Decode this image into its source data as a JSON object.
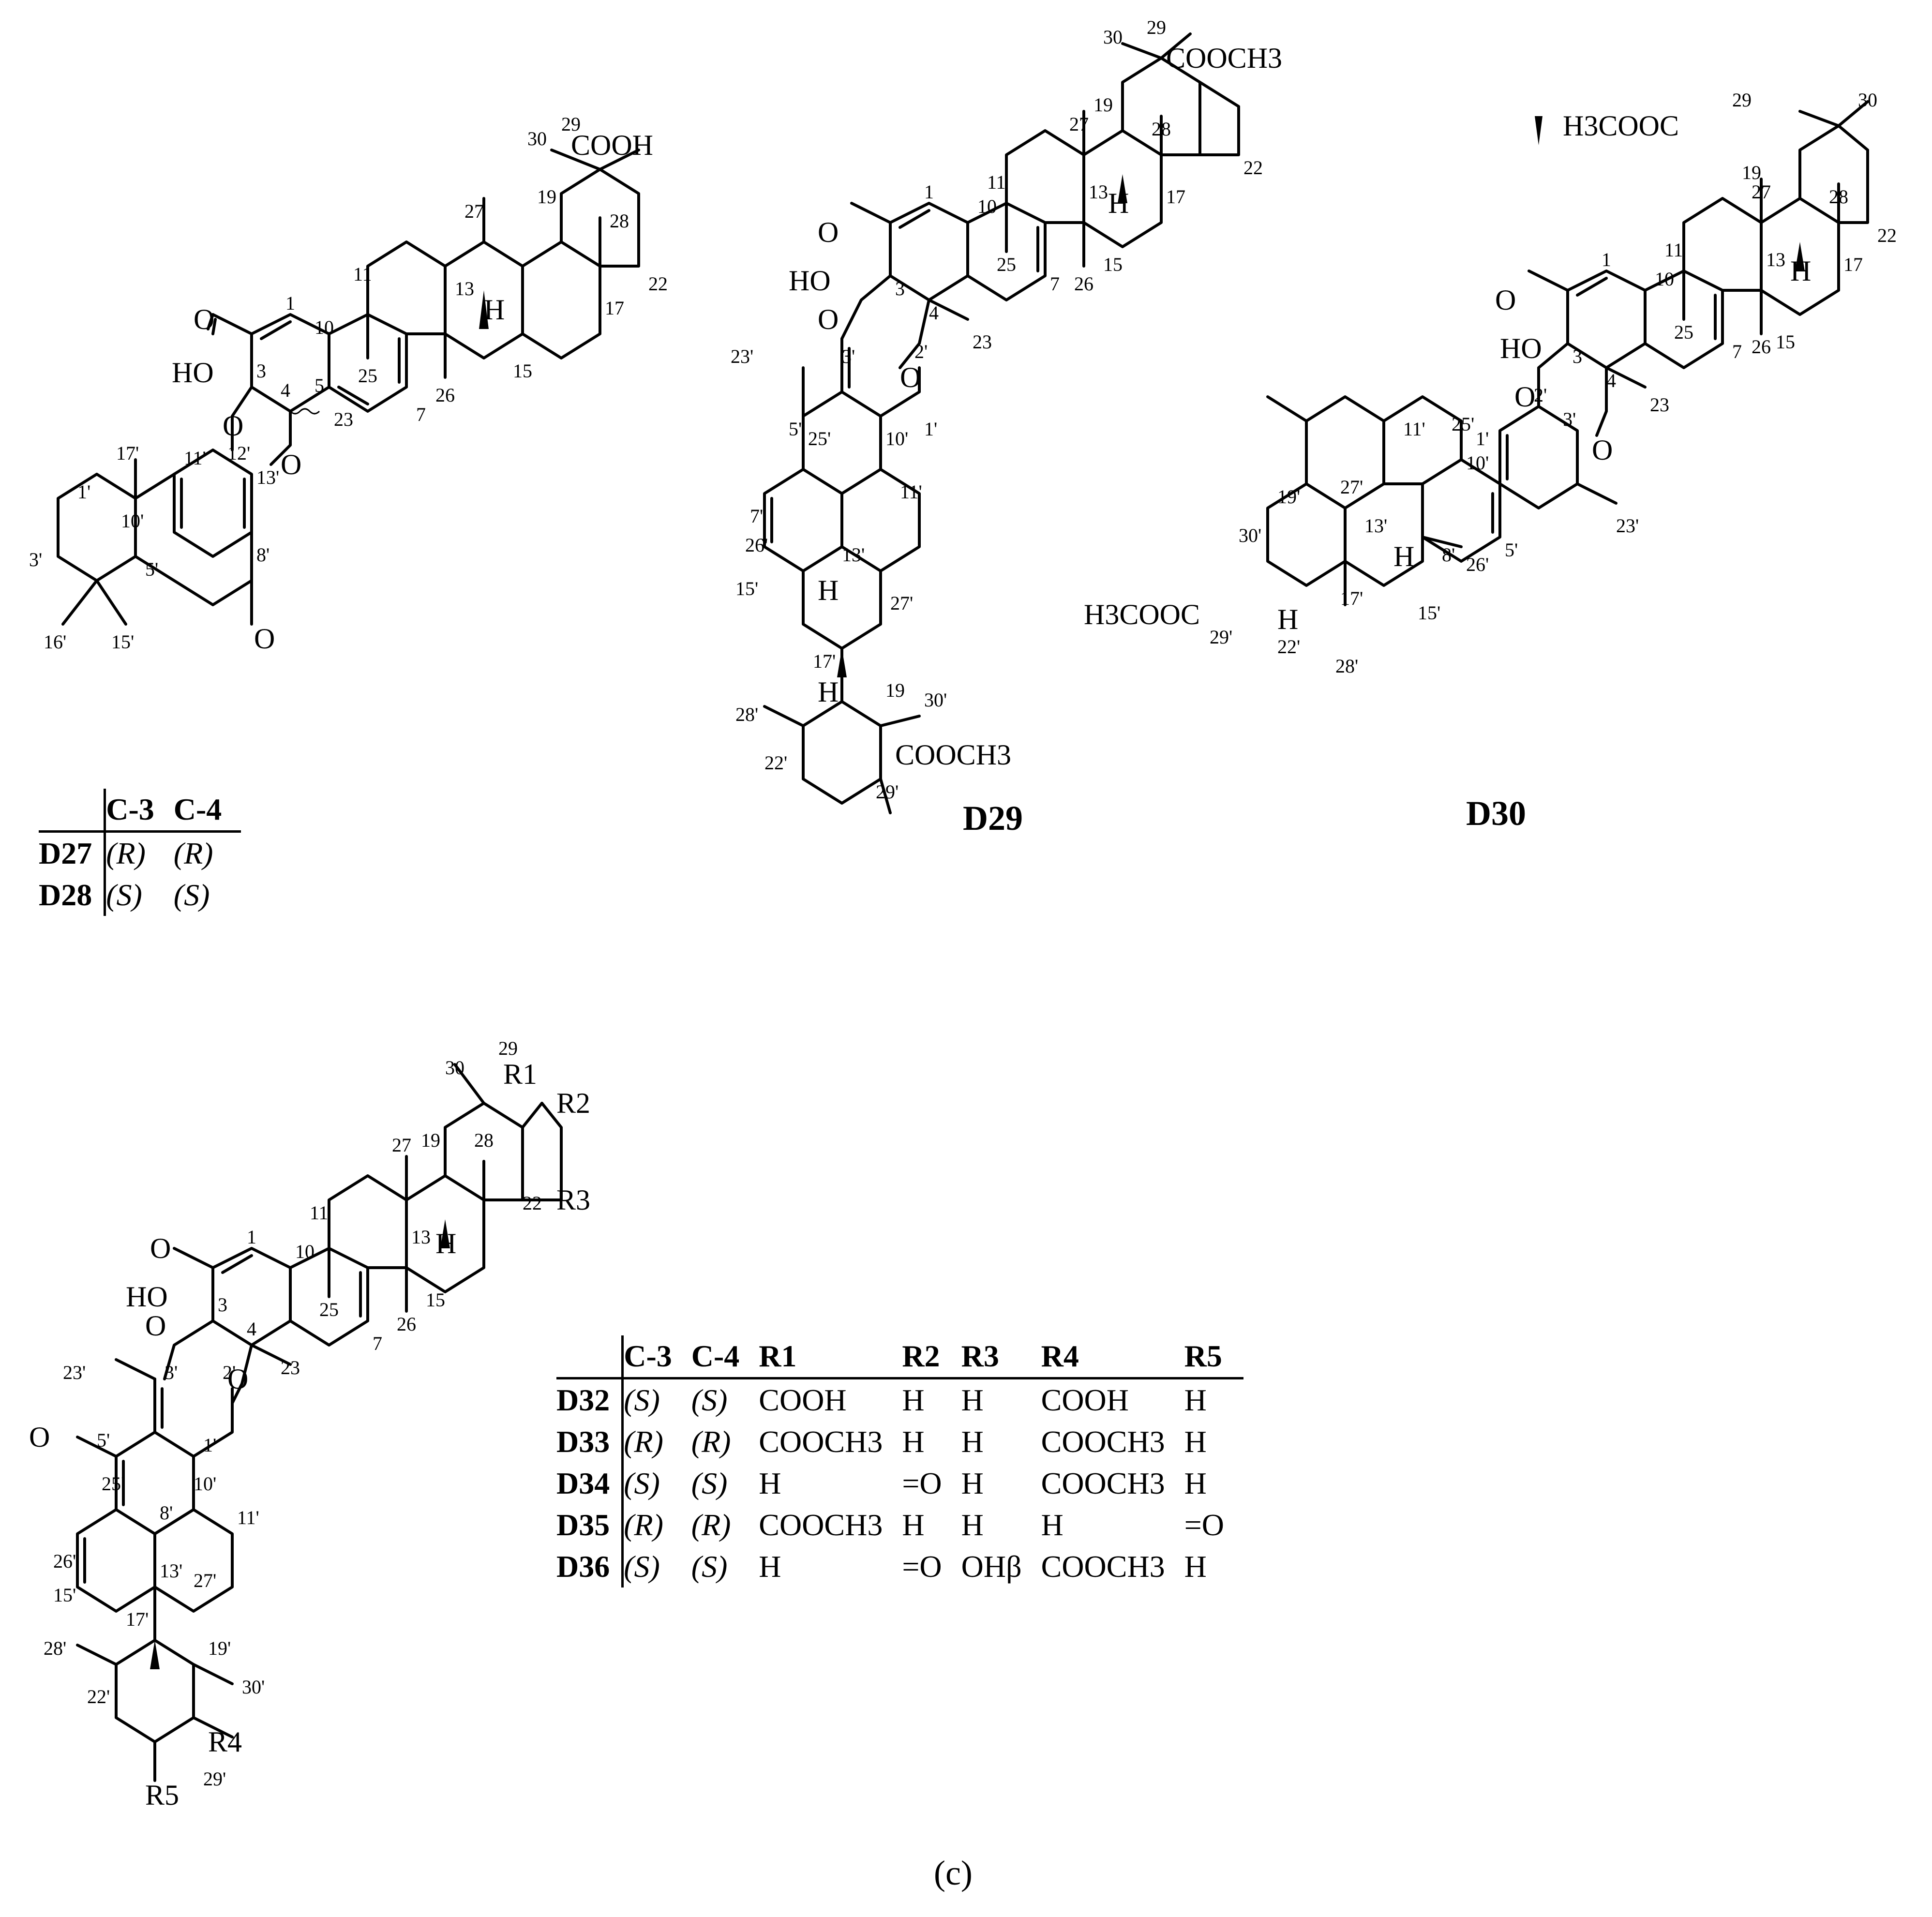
{
  "structures": {
    "d27_28": {
      "group_atoms": [
        "COOH",
        "O",
        "HO",
        "O",
        "O",
        "O",
        "H"
      ],
      "numbers": [
        "30",
        "29",
        "27",
        "19",
        "28",
        "11",
        "13",
        "22",
        "17",
        "1",
        "10",
        "3",
        "4",
        "5",
        "25",
        "15",
        "23",
        "26",
        "7",
        "12'",
        "11'",
        "13'",
        "17'",
        "1'",
        "10'",
        "8'",
        "3'",
        "5'",
        "16'",
        "15'"
      ]
    },
    "d29": {
      "title": "D29",
      "group_atoms": [
        "COOCH3",
        "O",
        "HO",
        "O",
        "O",
        "H",
        "H",
        "H",
        "COOCH3"
      ],
      "numbers": [
        "30",
        "29",
        "27",
        "19",
        "28",
        "11",
        "13",
        "22",
        "17",
        "1",
        "10",
        "3",
        "4",
        "25",
        "26",
        "15",
        "23",
        "7",
        "3'",
        "2'",
        "23'",
        "1'",
        "5'",
        "10'",
        "25'",
        "7'",
        "11'",
        "26'",
        "15'",
        "13'",
        "27'",
        "17'",
        "28'",
        "19",
        "22'",
        "30'",
        "29'"
      ]
    },
    "d30": {
      "title": "D30",
      "group_atoms": [
        "H3COOC",
        "O",
        "HO",
        "O",
        "O",
        "H",
        "H",
        "H",
        "H3COOC"
      ],
      "numbers": [
        "29",
        "30",
        "27",
        "19",
        "28",
        "11",
        "13",
        "22",
        "17",
        "1",
        "10",
        "3",
        "4",
        "25",
        "26",
        "15",
        "7",
        "23",
        "2'",
        "3'",
        "1'",
        "10'",
        "25'",
        "11'",
        "5'",
        "23'",
        "27'",
        "8'",
        "30'",
        "19'",
        "13'",
        "26'",
        "29'",
        "15'",
        "17'",
        "22'",
        "28'"
      ]
    },
    "d32_36": {
      "group_atoms": [
        "R1",
        "R2",
        "R3",
        "O",
        "HO",
        "O",
        "O",
        "O",
        "H",
        "R4",
        "R5"
      ],
      "numbers": [
        "30",
        "29",
        "27",
        "19",
        "28",
        "11",
        "13",
        "22",
        "1",
        "10",
        "3",
        "4",
        "25",
        "26",
        "15",
        "7",
        "23",
        "23'",
        "3'",
        "2'",
        "5'",
        "1'",
        "25'",
        "10'",
        "8'",
        "11'",
        "26'",
        "13'",
        "15'",
        "27'",
        "17'",
        "19'",
        "28'",
        "22'",
        "30'",
        "29'"
      ]
    }
  },
  "table1": {
    "headers": [
      "C-3",
      "C-4"
    ],
    "rows": [
      {
        "id": "D27",
        "c3": "(R)",
        "c4": "(R)"
      },
      {
        "id": "D28",
        "c3": "(S)",
        "c4": "(S)"
      }
    ]
  },
  "table2": {
    "headers": [
      "C-3",
      "C-4",
      "R1",
      "R2",
      "R3",
      "R4",
      "R5"
    ],
    "rows": [
      {
        "id": "D32",
        "cells": [
          "(S)",
          "(S)",
          "COOH",
          "H",
          "H",
          "COOH",
          "H"
        ]
      },
      {
        "id": "D33",
        "cells": [
          "(R)",
          "(R)",
          "COOCH3",
          "H",
          "H",
          "COOCH3",
          "H"
        ]
      },
      {
        "id": "D34",
        "cells": [
          "(S)",
          "(S)",
          "H",
          "=O",
          "H",
          "COOCH3",
          "H"
        ]
      },
      {
        "id": "D35",
        "cells": [
          "(R)",
          "(R)",
          "COOCH3",
          "H",
          "H",
          "H",
          "=O"
        ]
      },
      {
        "id": "D36",
        "cells": [
          "(S)",
          "(S)",
          "H",
          "=O",
          "OHβ",
          "COOCH3",
          "H"
        ]
      }
    ]
  },
  "panel_label": "(c)"
}
